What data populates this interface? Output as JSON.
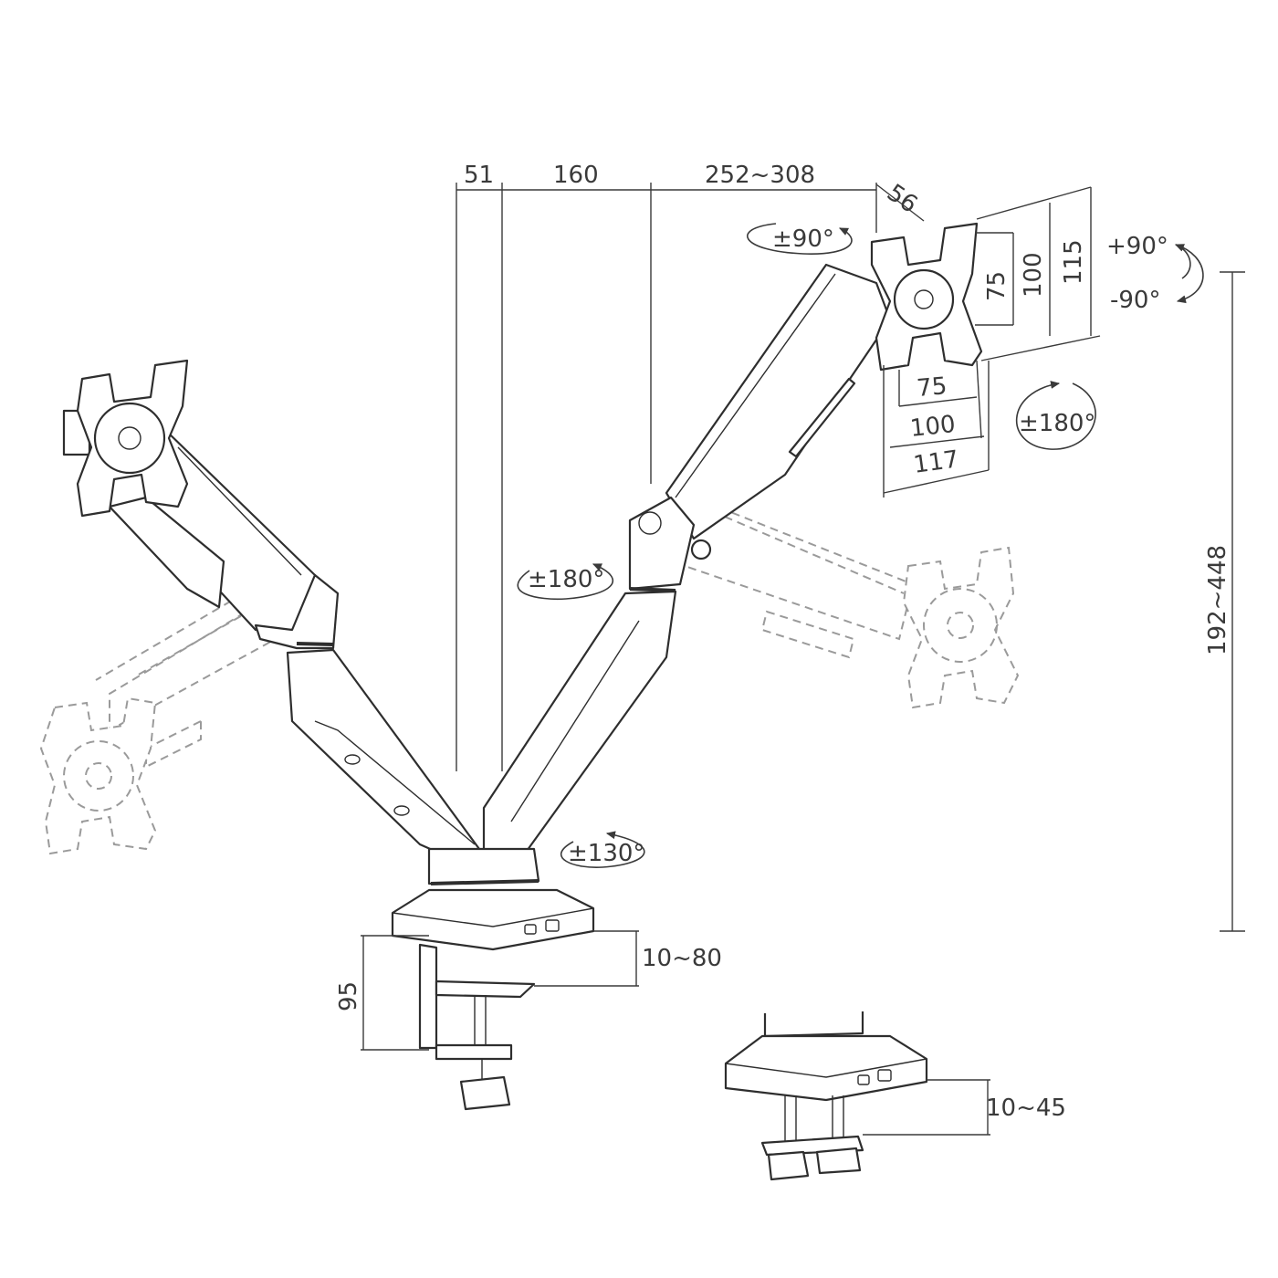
{
  "dimensions": {
    "arm_offset": "51",
    "arm_spacing": "160",
    "arm_reach": "252~308",
    "plate_depth": "56",
    "vesa_vertical_small": "75",
    "vesa_vertical_mid": "100",
    "vesa_vertical_large": "115",
    "vesa_horizontal_small": "75",
    "vesa_horizontal_mid": "100",
    "vesa_horizontal_large": "117",
    "height_range": "192~448",
    "clamp_height": "95",
    "clamp_desk_thickness": "10~80",
    "grommet_desk_thickness": "10~45"
  },
  "rotations": {
    "swivel_top": "±90°",
    "tilt_up": "+90°",
    "tilt_down": "-90°",
    "rotate_plate": "±180°",
    "swivel_middle": "±180°",
    "swivel_base": "±130°"
  },
  "colors": {
    "line": "#2e2e2e",
    "ghost": "#9a9a9a",
    "background": "#ffffff"
  }
}
